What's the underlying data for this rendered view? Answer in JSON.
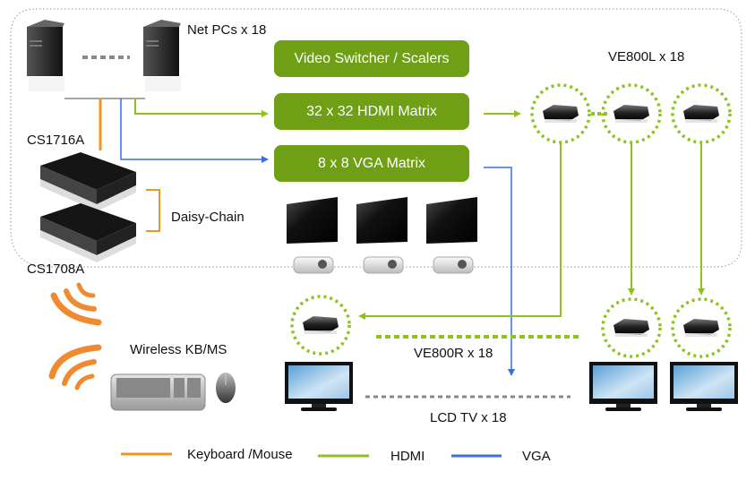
{
  "labels": {
    "net_pcs": "Net PCs x 18",
    "cs1716a": "CS1716A",
    "cs1708a": "CS1708A",
    "daisy_chain": "Daisy-Chain",
    "ve800l": "VE800L x 18",
    "ve800r": "VE800R x 18",
    "lcd_tv": "LCD TV x 18",
    "wireless": "Wireless KB/MS"
  },
  "boxes": [
    {
      "label": "Video Switcher / Scalers"
    },
    {
      "label": "32 x 32 HDMI Matrix"
    },
    {
      "label": "8 x 8 VGA Matrix"
    }
  ],
  "legend": [
    {
      "label": "Keyboard /Mouse",
      "color": "#f0961e"
    },
    {
      "label": "HDMI",
      "color": "#8dc21f"
    },
    {
      "label": "VGA",
      "color": "#3b6fe0"
    }
  ],
  "colors": {
    "keyboard_mouse": "#f0961e",
    "hdmi": "#8dc21f",
    "vga": "#3b6fe0",
    "box": "#6e9f14"
  }
}
